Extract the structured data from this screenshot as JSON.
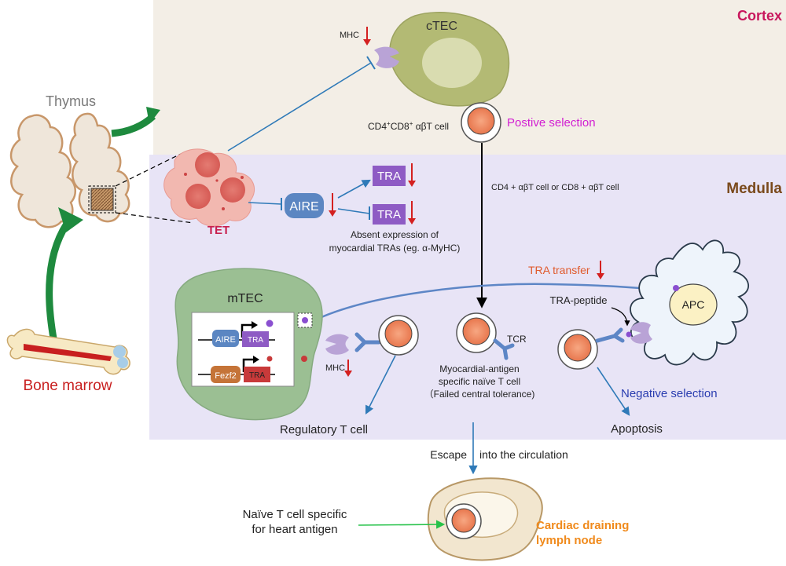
{
  "regions": {
    "cortex": "Cortex",
    "medulla": "Medulla"
  },
  "organs": {
    "thymus": "Thymus",
    "bone_marrow": "Bone marrow",
    "tet": "TET"
  },
  "cortex_labels": {
    "ctec": "cTEC",
    "mhc": "MHC",
    "dp_cell_main": "CD4",
    "dp_sup1": "+",
    "dp_mid": "CD8",
    "dp_sup2": "+",
    "dp_tail": " αβT cell",
    "positive_selection": "Postive selection"
  },
  "medulla_labels": {
    "aire": "AIRE",
    "tra_top": "TRA",
    "tra_bottom": "TRA",
    "absent_line1": "Absent expression of",
    "absent_line2": "myocardial TRAs (eg. α-MyHC)",
    "sp_cell": "CD4 + αβT cell or CD8 + αβT cell",
    "tra_transfer": "TRA transfer",
    "tra_peptide": "TRA-peptide",
    "apc": "APC",
    "mtec": "mTEC",
    "inset_aire": "AIRE",
    "inset_tra1": "TRA",
    "inset_fezf2": "Fezf2",
    "inset_tra2": "TRA",
    "mhc": "MHC",
    "tcr": "TCR",
    "naive_line1": "Myocardial-antigen",
    "naive_line2": "specific naïve T cell",
    "naive_line3": "（Failed central tolerance)",
    "negative_selection": "Negative selection",
    "regulatory": "Regulatory T cell",
    "apoptosis": "Apoptosis"
  },
  "bottom_labels": {
    "escape": "Escape",
    "circulation": "into the circulation",
    "naive_heart_line1": "Naïve T cell specific",
    "naive_heart_line2": "for heart antigen",
    "lymph_line1": "Cardiac draining",
    "lymph_line2": "lymph node"
  },
  "colors": {
    "cortex_bg": "#f3eee6",
    "medulla_bg": "#e8e4f6",
    "cortex_title": "#c8175d",
    "medulla_title": "#7a4a1c",
    "green_arrow": "#1e8a3e",
    "blue_line": "#2f7ab8",
    "red_arrow": "#d42020",
    "purple_box": "#8e5bc4",
    "aire_blue": "#5b86c2",
    "magenta": "#d21ed2",
    "negative_blue": "#2a3db0",
    "orange": "#f08a1c",
    "tra_transfer": "#e05a2c"
  }
}
